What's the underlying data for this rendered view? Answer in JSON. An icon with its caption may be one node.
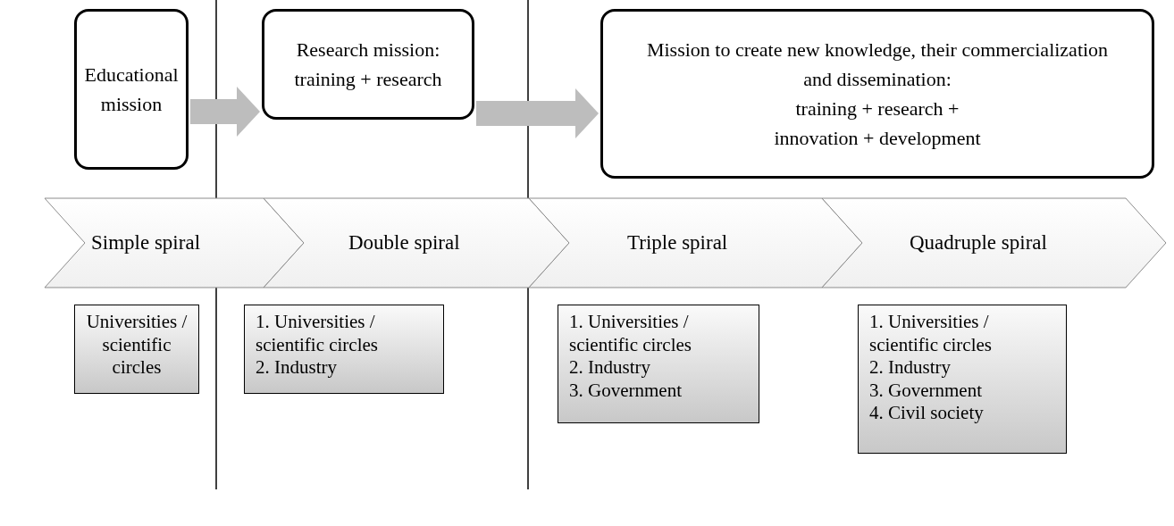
{
  "diagram": {
    "nodes": [
      {
        "text": [
          "Educational mission"
        ]
      },
      {
        "text": [
          "Research mission: training + research"
        ]
      },
      {
        "text": [
          "Mission to create new knowledge, their commercialization and dissemination:",
          "training + research + innovation + development"
        ]
      },
      {
        "text": [
          "Simple spiral"
        ]
      },
      {
        "text": [
          "Double spiral"
        ]
      },
      {
        "text": [
          "Triple spiral"
        ]
      },
      {
        "text": [
          "Quadruple spiral"
        ]
      },
      {
        "text": [
          "Universities / scientific circles"
        ]
      },
      {
        "text": [
          "1. Universities / scientific circles",
          "2. Industry"
        ]
      },
      {
        "text": [
          "1. Universities / scientific circles",
          "2. Industry",
          "3. Government"
        ]
      },
      {
        "text": [
          "1. Universities / scientific circles",
          "2. Industry",
          "3. Government",
          "4. Civil society"
        ]
      }
    ],
    "edges": [
      {
        "from": 0,
        "to": 1,
        "arrow": "to"
      },
      {
        "from": 1,
        "to": 2,
        "arrow": "to"
      }
    ]
  }
}
